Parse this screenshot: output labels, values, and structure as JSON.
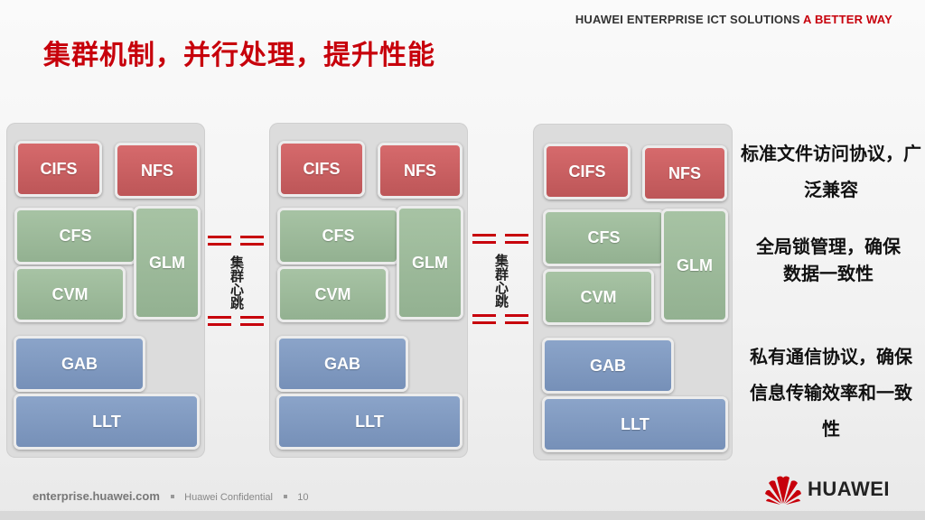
{
  "header": {
    "company": "HUAWEI ENTERPRISE ICT SOLUTIONS",
    "tagline": "A BETTER WAY"
  },
  "title": "集群机制，并行处理，提升性能",
  "node": {
    "cifs": "CIFS",
    "nfs": "NFS",
    "cfs": "CFS",
    "glm": "GLM",
    "cvm": "CVM",
    "gab": "GAB",
    "llt": "LLT"
  },
  "heartbeat": {
    "label": "集群心跳"
  },
  "descriptions": {
    "protocols": "标准文件访问协议，广泛兼容",
    "lock": "全局锁管理，确保数据一致性",
    "comm": "私有通信协议，确保信息传输效率和一致性"
  },
  "footer": {
    "site": "enterprise.huawei.com",
    "confidential": "Huawei Confidential",
    "page": "10"
  },
  "logo": {
    "text": "HUAWEI"
  },
  "colors": {
    "brand_red": "#c7000b",
    "protocol_red": "#c95f61",
    "mgmt_green": "#9dbb9a",
    "comm_blue": "#819bc1"
  }
}
